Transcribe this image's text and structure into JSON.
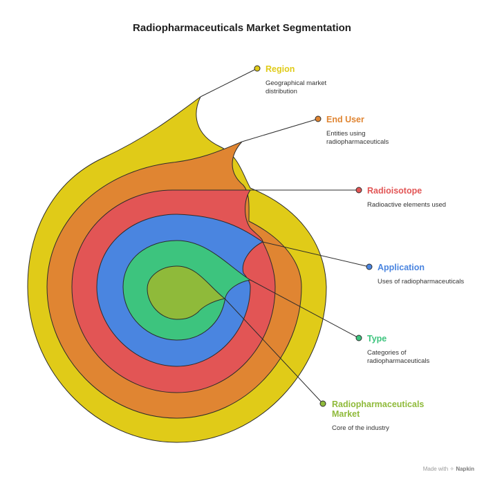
{
  "title": "Radiopharmaceuticals Market Segmentation",
  "layers": [
    {
      "name": "Region",
      "description": "Geographical market distribution",
      "color": "#e0cb18"
    },
    {
      "name": "End User",
      "description": "Entities using radiopharmaceuticals",
      "color": "#e08532"
    },
    {
      "name": "Radioisotope",
      "description": "Radioactive elements used",
      "color": "#e25555"
    },
    {
      "name": "Application",
      "description": "Uses of radiopharmaceuticals",
      "color": "#4a85e0"
    },
    {
      "name": "Type",
      "description": "Categories of radiopharmaceuticals",
      "color": "#3dc47e"
    },
    {
      "name": "Radiopharmaceuticals Market",
      "description": "Core of the industry",
      "color": "#8fba3a"
    }
  ],
  "footer": {
    "made_with": "Made with",
    "brand": "Napkin"
  }
}
